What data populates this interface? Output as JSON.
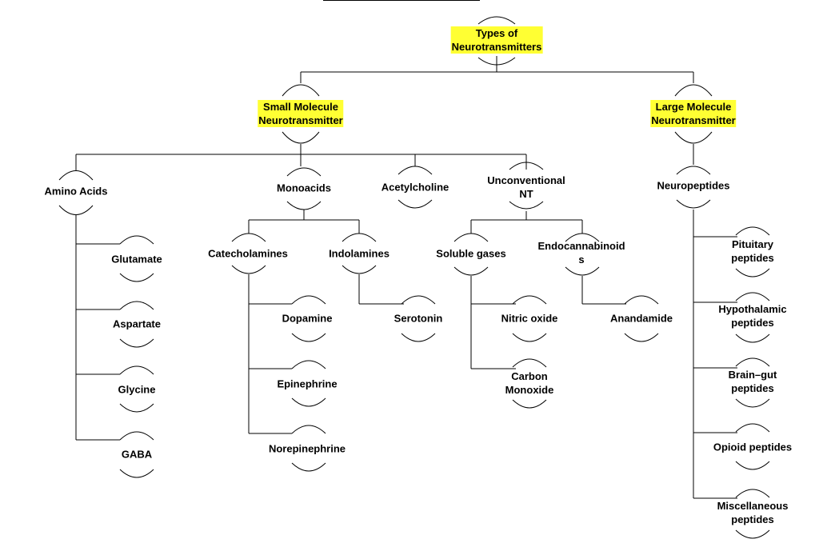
{
  "diagram": {
    "root": "Types of\nNeurotransmitters",
    "small_molecule": "Small Molecule\nNeurotransmitter",
    "large_molecule": "Large Molecule\nNeurotransmitter",
    "amino_acids": "Amino Acids",
    "glutamate": "Glutamate",
    "aspartate": "Aspartate",
    "glycine": "Glycine",
    "gaba": "GABA",
    "monoacids": "Monoacids",
    "catecholamines": "Catecholamines",
    "indolamines": "Indolamines",
    "dopamine": "Dopamine",
    "epinephrine": "Epinephrine",
    "norepinephrine": "Norepinephrine",
    "serotonin": "Serotonin",
    "acetylcholine": "Acetylcholine",
    "unconventional_nt": "Unconventional\nNT",
    "soluble_gases": "Soluble gases",
    "endocannabinoids": "Endocannabinoid\ns",
    "nitric_oxide": "Nitric oxide",
    "carbon_monoxide": "Carbon\nMonoxide",
    "anandamide": "Anandamide",
    "neuropeptides": "Neuropeptides",
    "pituitary_peptides": "Pituitary\npeptides",
    "hypothalamic_peptides": "Hypothalamic\npeptides",
    "brain_gut_peptides": "Brain–gut\npeptides",
    "opioid_peptides": "Opioid peptides",
    "miscellaneous_peptides": "Miscellaneous\npeptides",
    "highlight_color": "#ffff33",
    "line_color": "#000000"
  }
}
